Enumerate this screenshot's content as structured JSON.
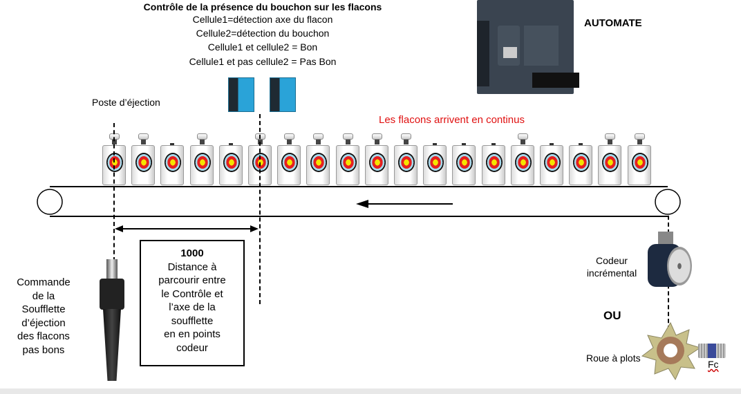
{
  "control": {
    "title": "Contrôle de la présence du bouchon sur les flacons",
    "lines": [
      "Cellule1=détection  axe du flacon",
      "Cellule2=détection du bouchon",
      "Cellule1 et cellule2 = Bon",
      "Cellule1 et pas cellule2 = Pas Bon"
    ]
  },
  "plc": {
    "label": "AUTOMATE"
  },
  "ejection_station": "Poste d’éjection",
  "flow_note": "Les flacons arrivent en continus",
  "flow_color": "#e01010",
  "bottles": [
    {
      "cap": true
    },
    {
      "cap": true
    },
    {
      "cap": false
    },
    {
      "cap": true
    },
    {
      "cap": false
    },
    {
      "cap": true
    },
    {
      "cap": true
    },
    {
      "cap": true
    },
    {
      "cap": true
    },
    {
      "cap": true
    },
    {
      "cap": true
    },
    {
      "cap": false
    },
    {
      "cap": false
    },
    {
      "cap": false
    },
    {
      "cap": true
    },
    {
      "cap": false
    },
    {
      "cap": false
    },
    {
      "cap": true
    },
    {
      "cap": true
    }
  ],
  "distance_box": {
    "value": "1000",
    "lines": [
      "Distance à",
      "parcourir entre",
      "le Contrôle et",
      "l’axe de la",
      "soufflette",
      "en en points",
      "codeur"
    ]
  },
  "blower_label": [
    "Commande",
    "de la",
    "Soufflette",
    "d’éjection",
    "des flacons",
    "pas bons"
  ],
  "encoder_label": [
    "Codeur",
    "incrémental"
  ],
  "or_label": "OU",
  "wheel_label": "Roue à plots",
  "sensor_label": "Fc"
}
